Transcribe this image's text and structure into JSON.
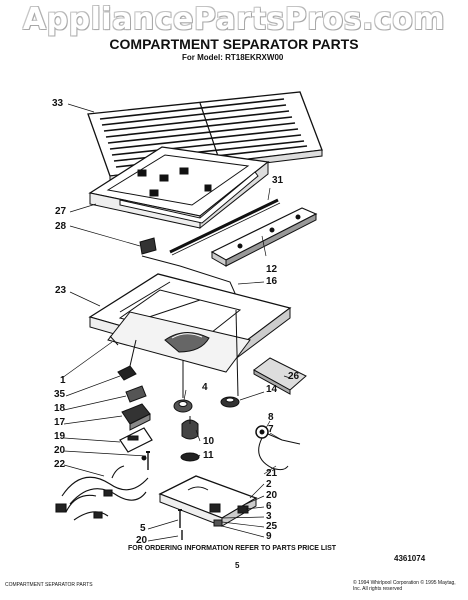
{
  "header": {
    "watermark": "AppliancePartsPros.com",
    "title": "COMPARTMENT SEPARATOR PARTS",
    "model": "For Model: RT18EKRXW00"
  },
  "callouts": [
    {
      "id": "c33",
      "label": "33"
    },
    {
      "id": "c31",
      "label": "31"
    },
    {
      "id": "c27",
      "label": "27"
    },
    {
      "id": "c28",
      "label": "28"
    },
    {
      "id": "c12",
      "label": "12"
    },
    {
      "id": "c16",
      "label": "16"
    },
    {
      "id": "c23",
      "label": "23"
    },
    {
      "id": "c1",
      "label": "1"
    },
    {
      "id": "c35",
      "label": "35"
    },
    {
      "id": "c4",
      "label": "4"
    },
    {
      "id": "c26",
      "label": "26"
    },
    {
      "id": "c14",
      "label": "14"
    },
    {
      "id": "c18",
      "label": "18"
    },
    {
      "id": "c17",
      "label": "17"
    },
    {
      "id": "c8",
      "label": "8"
    },
    {
      "id": "c7",
      "label": "7"
    },
    {
      "id": "c19",
      "label": "19"
    },
    {
      "id": "c10",
      "label": "10"
    },
    {
      "id": "c11",
      "label": "11"
    },
    {
      "id": "c20a",
      "label": "20"
    },
    {
      "id": "c22",
      "label": "22"
    },
    {
      "id": "c21",
      "label": "21"
    },
    {
      "id": "c2",
      "label": "2"
    },
    {
      "id": "c20b",
      "label": "20"
    },
    {
      "id": "c6",
      "label": "6"
    },
    {
      "id": "c3",
      "label": "3"
    },
    {
      "id": "c25",
      "label": "25"
    },
    {
      "id": "c9",
      "label": "9"
    },
    {
      "id": "c5",
      "label": "5"
    },
    {
      "id": "c20c",
      "label": "20"
    }
  ],
  "footer": {
    "order_info": "FOR ORDERING INFORMATION REFER TO PARTS PRICE LIST",
    "page_number": "5",
    "part_number": "4361074",
    "copyright": "© 1994 Whirlpool Corporation © 1995 Maytag, Inc. All rights reserved",
    "small_print": "COMPARTMENT SEPARATOR PARTS"
  }
}
